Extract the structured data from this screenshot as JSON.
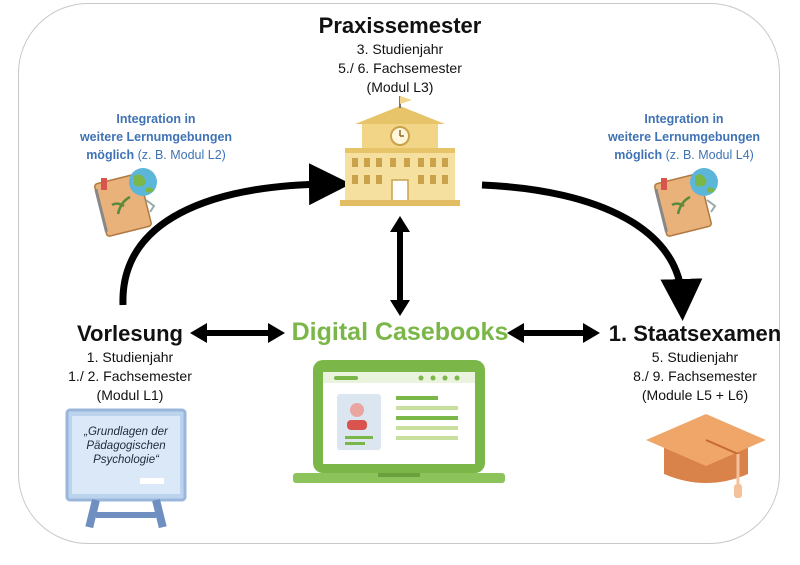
{
  "praxis": {
    "title": "Praxissemester",
    "line1": "3. Studienjahr",
    "line2": "5./ 6. Fachsemester",
    "line3": "(Modul L3)"
  },
  "vorlesung": {
    "title": "Vorlesung",
    "line1": "1. Studienjahr",
    "line2": "1./ 2. Fachsemester",
    "line3": "(Modul L1)"
  },
  "staats": {
    "title": "1. Staatsexamen",
    "line1": "5. Studienjahr",
    "line2": "8./ 9. Fachsemester",
    "line3": "(Module L5 + L6)"
  },
  "center": {
    "title": "Digital Casebooks"
  },
  "integration_left": {
    "line1": "Integration in",
    "line2": "weitere Lernumgebungen",
    "line3_bold": "möglich",
    "line3_rest": " (z. B. Modul L2)"
  },
  "integration_right": {
    "line1": "Integration in",
    "line2": "weitere Lernumgebungen",
    "line3_bold": "möglich",
    "line3_rest": " (z. B. Modul L4)"
  },
  "board": {
    "line1": "„Grundlagen der",
    "line2": "Pädagogischen",
    "line3": "Psychologie“"
  },
  "colors": {
    "accent_green": "#7ab648",
    "link_blue": "#3f73b5",
    "arrow": "#000000"
  }
}
